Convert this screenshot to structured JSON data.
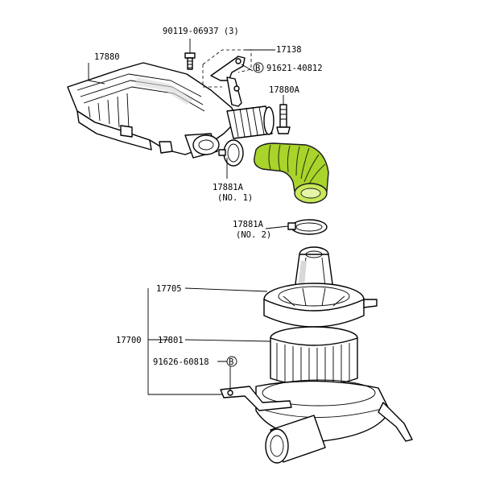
{
  "labels": {
    "bolt": "90119-06937 (3)",
    "bracket": "17138",
    "bracket_ref_mark": "B",
    "bracket_ref": "91621-40812",
    "air_cleaner_cap": "17880",
    "hose_clamp_part": "17880A",
    "clamp_no1": "17881A",
    "clamp_no1_sub": "(NO. 1)",
    "clamp_no2": "17881A",
    "clamp_no2_sub": "(NO. 2)",
    "cap_sub_assy": "17705",
    "assembly": "17700",
    "element": "17801",
    "bolt_lower_ref": "91626-60818",
    "bolt_lower_mark": "B"
  },
  "colors": {
    "highlight_hose": "#a9d42c",
    "ink": "#000000",
    "background": "#ffffff"
  }
}
